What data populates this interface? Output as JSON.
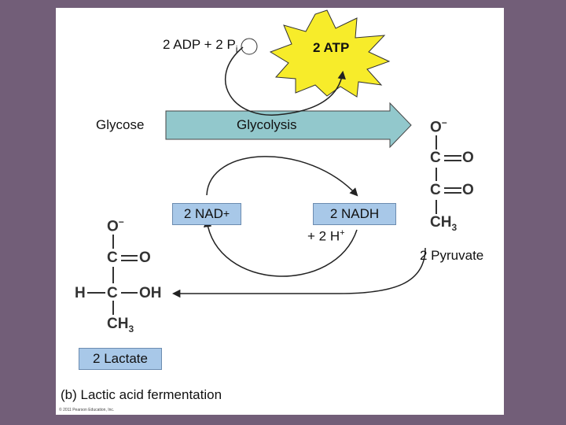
{
  "diagram": {
    "adp_label": "2 ADP + 2 P",
    "pi_sub": "i",
    "atp_label": "2 ATP",
    "glucose_label": "Glycose",
    "glycolysis_label": "Glycolysis",
    "nad_label": "2 NAD",
    "nad_sup": "+",
    "nadh_label": "2 NADH",
    "h_label": "+ 2 H",
    "h_sup": "+",
    "pyruvate_label": "2 Pyruvate",
    "lactate_label": "2 Lactate",
    "caption": "(b) Lactic acid fermentation",
    "copyright": "© 2011 Pearson Education, Inc."
  },
  "pyruvate_atoms": {
    "o_minus": "O",
    "o_minus_sup": "−",
    "c1": "C",
    "o1": "O",
    "c2": "C",
    "o2": "O",
    "ch": "CH",
    "ch_sub": "3"
  },
  "lactate_atoms": {
    "o_minus": "O",
    "o_minus_sup": "−",
    "c1": "C",
    "o1": "O",
    "h": "H",
    "c2": "C",
    "oh": "OH",
    "ch": "CH",
    "ch_sub": "3"
  },
  "colors": {
    "background": "#725e78",
    "slide": "#ffffff",
    "arrow_fill": "#92c8cc",
    "box_fill": "#a8c8e8",
    "star_fill": "#f7ec2a"
  }
}
